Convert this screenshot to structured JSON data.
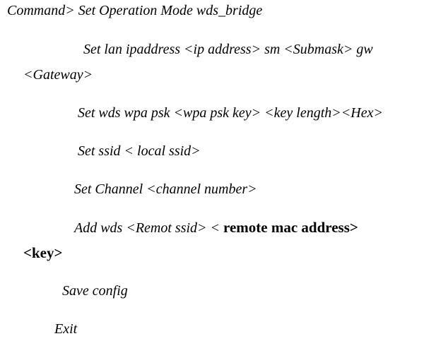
{
  "lines": {
    "command": "Command> Set Operation Mode wds_bridge",
    "set_lan": "Set lan ipaddress <ip address> sm <Submask> gw",
    "gateway": "<Gateway>",
    "set_wds": "Set wds wpa psk <wpa psk key> <key length><Hex>",
    "set_ssid": "Set ssid < local ssid>",
    "set_channel": "Set Channel <channel number>",
    "add_wds_italic": "Add wds <Remot ssid> < ",
    "add_wds_bold": "remote mac address>",
    "key": "<key>",
    "save": "Save config",
    "exit": "Exit"
  }
}
